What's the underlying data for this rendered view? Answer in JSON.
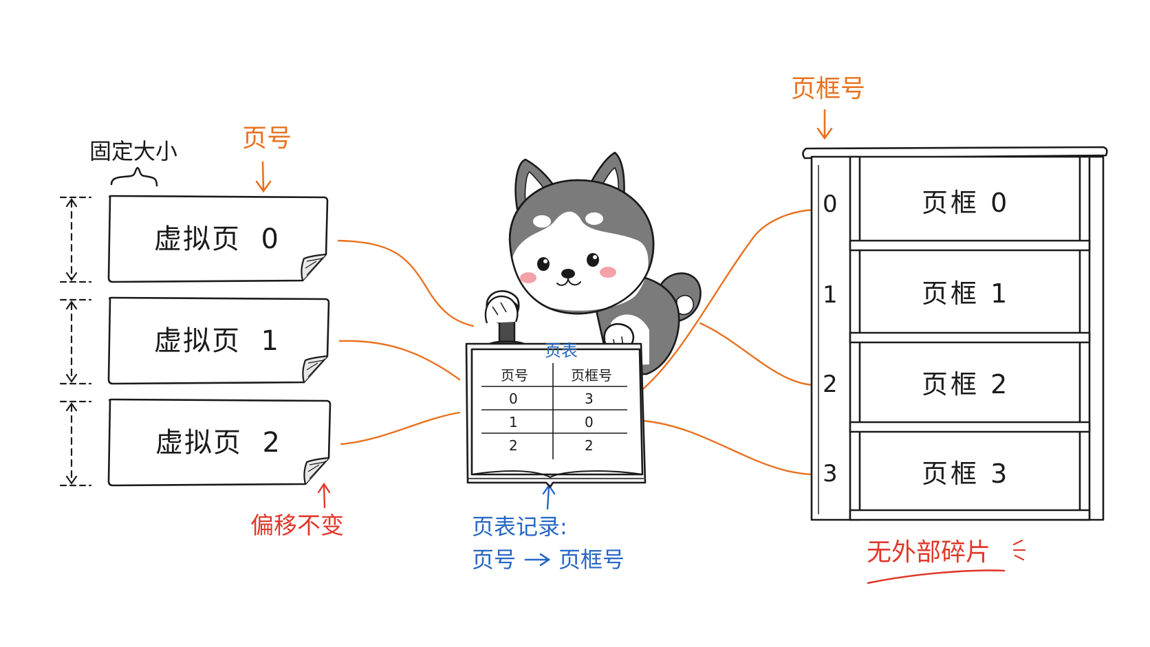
{
  "colors": {
    "ink": "#1a1a1a",
    "arrow_orange": "#e8711f",
    "note_red": "#e0382b",
    "note_blue": "#2566c4",
    "dog_gray": "#7b7b7b",
    "blush": "#f4a1a8"
  },
  "labels": {
    "fixed_size": "固定大小",
    "page_number": "页号",
    "frame_number": "页框号",
    "offset_unchanged": "偏移不变",
    "pt_record_line1": "页表记录:",
    "pt_record_line2_from": "页号",
    "pt_record_line2_to": "页框号",
    "no_external_frag": "无外部碎片"
  },
  "virtual_pages": [
    {
      "label": "虚拟页",
      "num": "0"
    },
    {
      "label": "虚拟页",
      "num": "1"
    },
    {
      "label": "虚拟页",
      "num": "2"
    }
  ],
  "page_table": {
    "title": "页表",
    "col_page": "页号",
    "col_frame": "页框号",
    "rows": [
      {
        "page": "0",
        "frame": "3"
      },
      {
        "page": "1",
        "frame": "0"
      },
      {
        "page": "2",
        "frame": "2"
      }
    ]
  },
  "frames": [
    {
      "index": "0",
      "label": "页框",
      "num": "0"
    },
    {
      "index": "1",
      "label": "页框",
      "num": "1"
    },
    {
      "index": "2",
      "label": "页框",
      "num": "2"
    },
    {
      "index": "3",
      "label": "页框",
      "num": "3"
    }
  ],
  "icons": {
    "mascot": "husky-dog-icon",
    "stamp": "stamp-icon",
    "book": "open-book-icon",
    "shelf": "shelf-icon"
  }
}
